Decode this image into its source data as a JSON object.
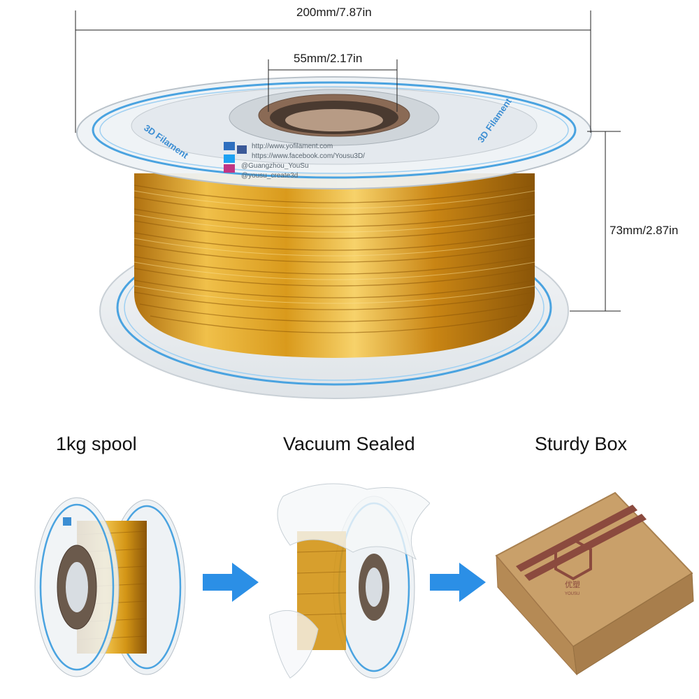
{
  "dimensions": {
    "diameter": "200mm/7.87in",
    "hub": "55mm/2.17in",
    "width": "73mm/2.87in"
  },
  "spool_labels": {
    "brand_ring": "3D Filament",
    "website": "http://www.yofilament.com",
    "facebook": "https://www.facebook.com/Yousu3D/",
    "twitter": "@Guangzhou_YouSu",
    "instagram": "@yousu_create3d"
  },
  "captions": {
    "spool": "1kg spool",
    "vacuum": "Vacuum Sealed",
    "box": "Sturdy Box"
  },
  "box_logo": {
    "chinese": "优塑",
    "english": "YOUSU"
  },
  "colors": {
    "filament_gold": "#d99a1c",
    "arrow_blue": "#2b8fe6",
    "ring_blue": "#4aa3e0",
    "cardboard": "#c9a06a",
    "box_stripe": "#8b4a3e"
  },
  "icons": {
    "arrow": "right-arrow-icon"
  }
}
